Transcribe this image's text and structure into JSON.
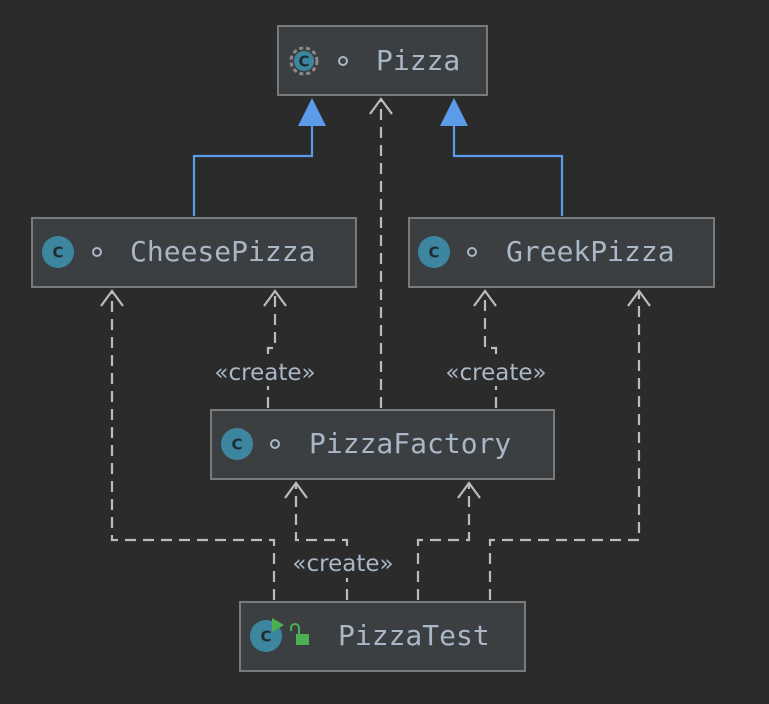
{
  "colors": {
    "background": "#2b2b2b",
    "node_fill": "#3c3f41",
    "node_border": "#7a7a7a",
    "text": "#a9b7c6",
    "inheritance": "#5a9bea",
    "dependency": "#bbbbbb",
    "class_icon": "#3d86a0",
    "run_icon": "#4caf50"
  },
  "nodes": {
    "pizza": {
      "name": "Pizza",
      "icon": "abstract-class-icon",
      "visibility": "package-private"
    },
    "cheese_pizza": {
      "name": "CheesePizza",
      "icon": "class-icon",
      "visibility": "package-private"
    },
    "greek_pizza": {
      "name": "GreekPizza",
      "icon": "class-icon",
      "visibility": "package-private"
    },
    "pizza_factory": {
      "name": "PizzaFactory",
      "icon": "class-icon",
      "visibility": "package-private"
    },
    "pizza_test": {
      "name": "PizzaTest",
      "icon": "runnable-class-icon",
      "visibility": "public"
    }
  },
  "icon_letter": "C",
  "edges": {
    "cheese_to_pizza": {
      "type": "inheritance"
    },
    "greek_to_pizza": {
      "type": "inheritance"
    },
    "factory_to_pizza": {
      "type": "dependency"
    },
    "factory_to_cheese": {
      "type": "dependency",
      "label": "«create»"
    },
    "factory_to_greek": {
      "type": "dependency",
      "label": "«create»"
    },
    "test_to_factory": {
      "type": "dependency",
      "label": "«create»"
    },
    "test_to_cheese": {
      "type": "dependency"
    },
    "test_to_greek": {
      "type": "dependency"
    },
    "test_to_factory_2": {
      "type": "dependency"
    }
  }
}
